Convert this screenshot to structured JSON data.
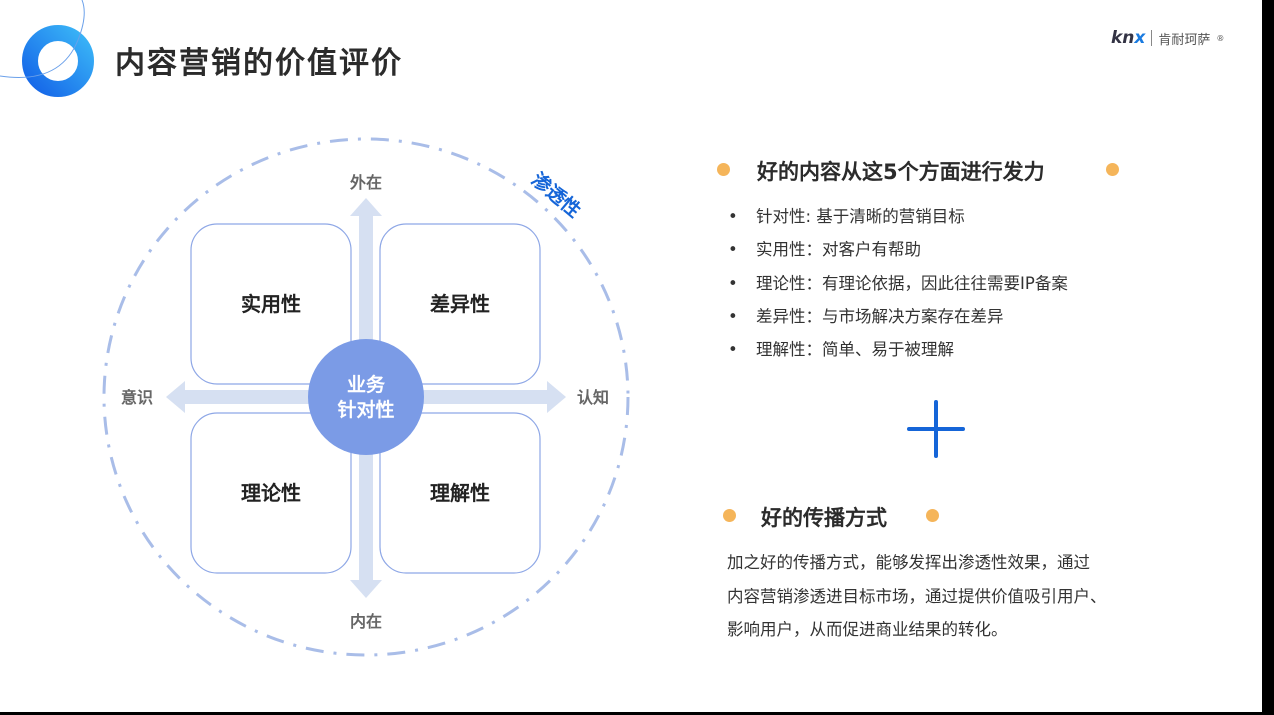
{
  "header": {
    "title": "内容营销的价值评价",
    "logo_mark": "knx",
    "logo_text": "肯耐珂萨",
    "logo_reg": "®"
  },
  "diagram": {
    "outer_label": "渗透性",
    "center": {
      "line1": "业务",
      "line2": "针对性"
    },
    "axes": {
      "top": "外在",
      "bottom": "内在",
      "left": "意识",
      "right": "认知"
    },
    "quadrants": [
      "实用性",
      "差异性",
      "理论性",
      "理解性"
    ]
  },
  "section1": {
    "heading": "好的内容从这5个方面进行发力",
    "bullet_glyph": "•",
    "items": [
      "针对性: 基于清晰的营销目标",
      "实用性：对客户有帮助",
      "理论性：有理论依据，因此往往需要IP备案",
      "差异性：与市场解决方案存在差异",
      "理解性：简单、易于被理解"
    ]
  },
  "section2": {
    "heading": "好的传播方式",
    "lines": [
      "加之好的传播方式，能够发挥出渗透性效果，通过",
      "内容营销渗透进目标市场，通过提供价值吸引用户、",
      "影响用户，从而促进商业结果的转化。"
    ]
  },
  "colors": {
    "accent": "#1565d8",
    "orange": "#f5b55a",
    "light": "#d6e0f2",
    "center": "#7b9be6"
  }
}
